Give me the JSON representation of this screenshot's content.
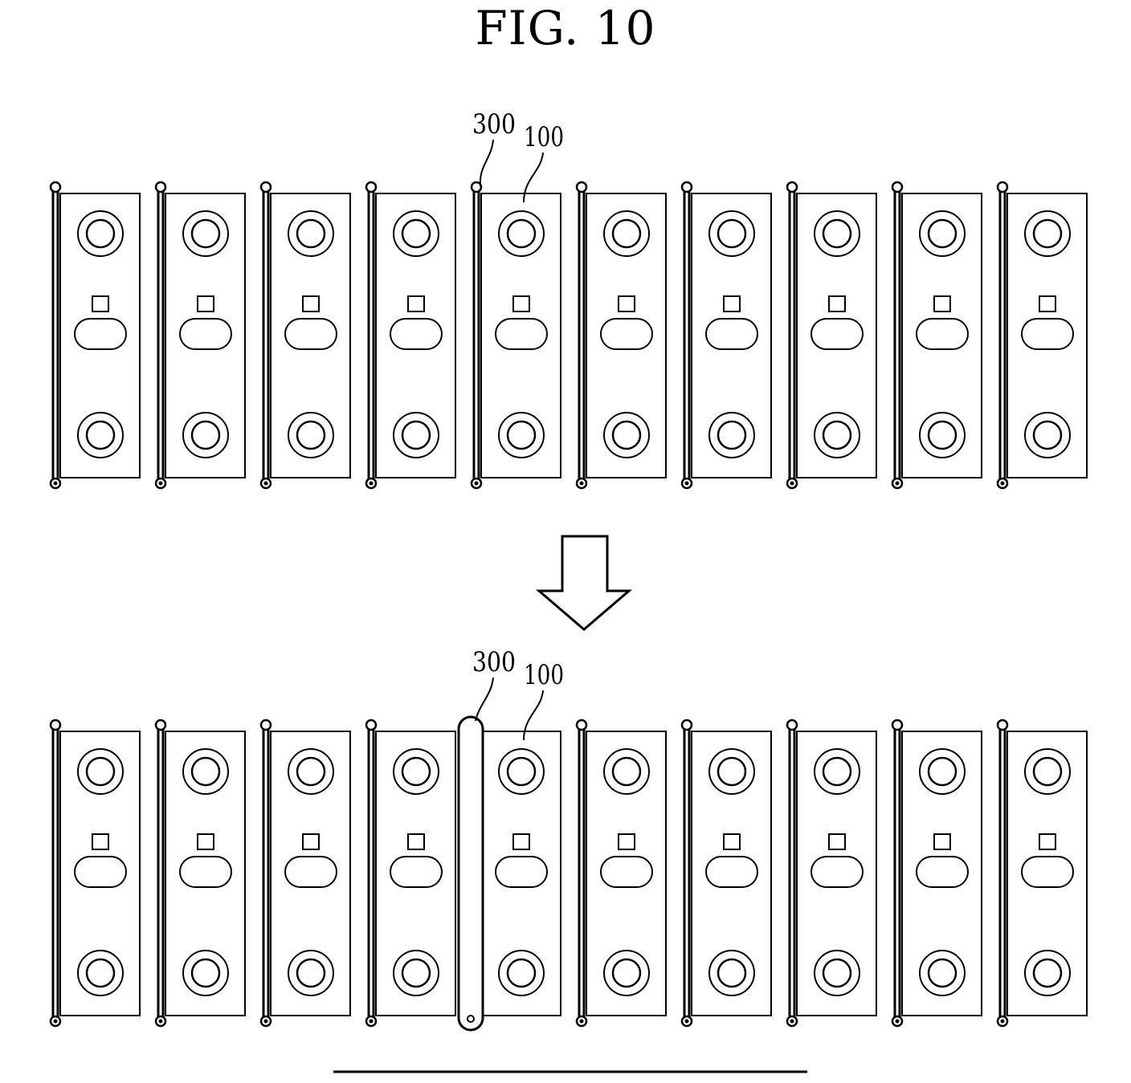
{
  "figure": {
    "title": "FIG. 10",
    "top_panel": {
      "label_spacer": "300",
      "label_cell": "100"
    },
    "bottom_panel": {
      "label_spacer": "300",
      "label_cell": "100"
    },
    "cell_count": 10,
    "expanded_spacer_index": 4
  }
}
